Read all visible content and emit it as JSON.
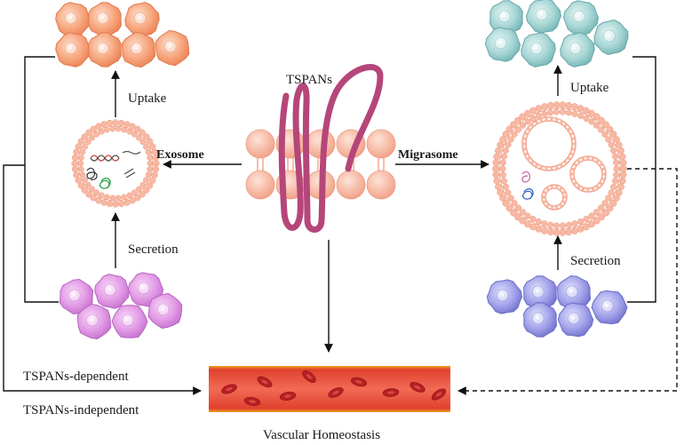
{
  "labels": {
    "tspans": "TSPANs",
    "exosome": "Exosome",
    "migrasome": "Migrasome",
    "uptake_left": "Uptake",
    "uptake_right": "Uptake",
    "secretion_left": "Secretion",
    "secretion_right": "Secretion",
    "tspans_dependent": "TSPANs-dependent",
    "tspans_independent": "TSPANs-independent",
    "vascular": "Vascular Homeostasis"
  },
  "colors": {
    "uptake_cells_left": "#f5a27c",
    "secretion_cells_left": "#e39be6",
    "uptake_cells_right": "#9ccfcf",
    "secretion_cells_right": "#9a9ae6",
    "membrane_heads": "#f6b49e",
    "tspan_protein": "#b5467a",
    "vessel": "#d94040",
    "vessel_edge": "#f2a31f",
    "red_cell": "#c0262b"
  },
  "icons": {
    "tspan": "tspan-protein-icon",
    "exosome": "exosome-vesicle-icon",
    "migrasome": "migrasome-vesicle-icon",
    "vessel": "blood-vessel-icon"
  }
}
